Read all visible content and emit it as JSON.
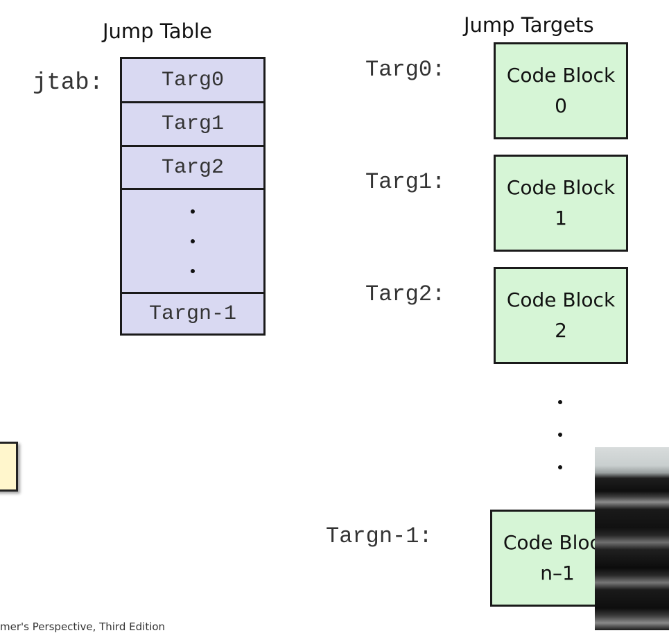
{
  "jump_table": {
    "heading": "Jump Table",
    "label": "jtab:",
    "entries": [
      "Targ0",
      "Targ1",
      "Targ2",
      "Targn-1"
    ]
  },
  "jump_targets": {
    "heading": "Jump Targets",
    "targets": [
      {
        "label": "Targ0:",
        "block_line1": "Code Block",
        "block_line2": "0"
      },
      {
        "label": "Targ1:",
        "block_line1": "Code Block",
        "block_line2": "1"
      },
      {
        "label": "Targ2:",
        "block_line1": "Code Block",
        "block_line2": "2"
      },
      {
        "label": "Targn-1:",
        "block_line1": "Code Block",
        "block_line2": "n–1"
      }
    ]
  },
  "footer": {
    "text": "mer's Perspective, Third Edition"
  },
  "colors": {
    "table_fill": "#d9d9f2",
    "block_fill": "#d6f5d6",
    "note_fill": "#fff6cc",
    "border": "#1a1a1a"
  }
}
